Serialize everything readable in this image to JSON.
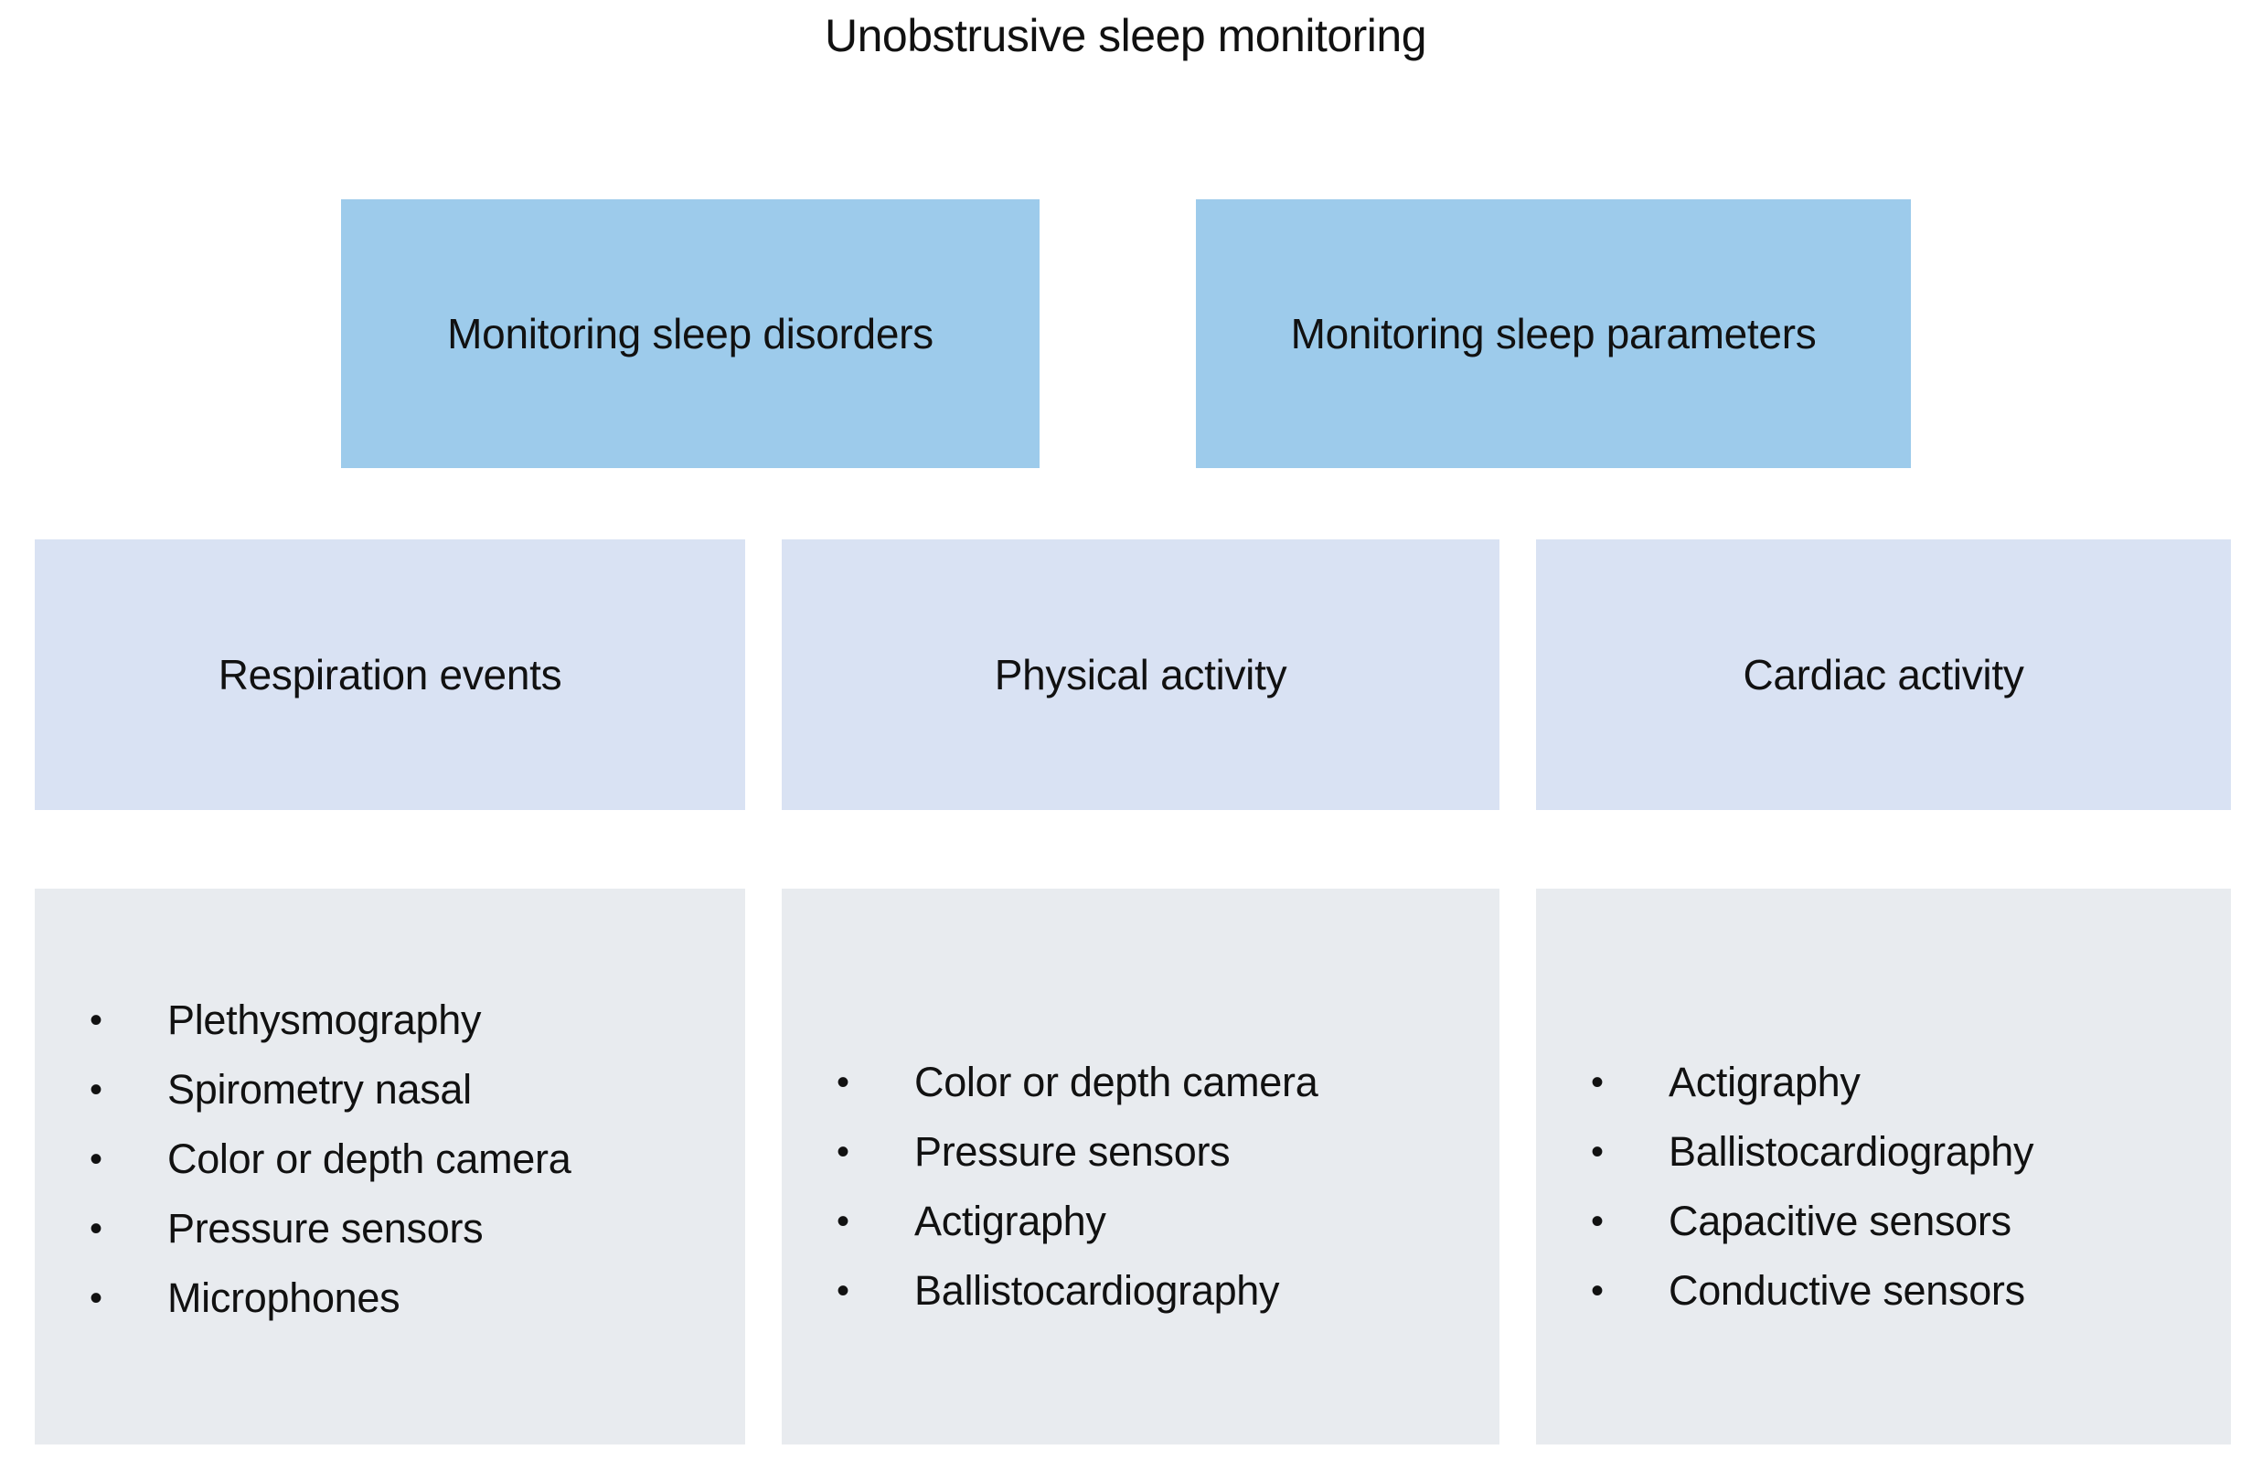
{
  "title": "Unobstrusive sleep monitoring",
  "colors": {
    "tier1_fill": "#9DCBEB",
    "tier2_fill": "#D9E2F3",
    "tier3_fill": "#E8EBEF",
    "background": "#FFFFFF",
    "text": "#111111"
  },
  "tier1": [
    {
      "label": "Monitoring sleep disorders"
    },
    {
      "label": "Monitoring sleep parameters"
    }
  ],
  "tier2": [
    {
      "label": "Respiration events"
    },
    {
      "label": "Physical activity"
    },
    {
      "label": "Cardiac activity"
    }
  ],
  "tier3": [
    {
      "bullet": "•",
      "items": [
        "Plethysmography",
        "Spirometry nasal",
        "Color or depth camera",
        "Pressure sensors",
        "Microphones"
      ]
    },
    {
      "bullet": "•",
      "items": [
        "Color or depth camera",
        "Pressure sensors",
        "Actigraphy",
        "Ballistocardiography"
      ]
    },
    {
      "bullet": "•",
      "items": [
        "Actigraphy",
        "Ballistocardiography",
        "Capacitive sensors",
        "Conductive sensors"
      ]
    }
  ]
}
